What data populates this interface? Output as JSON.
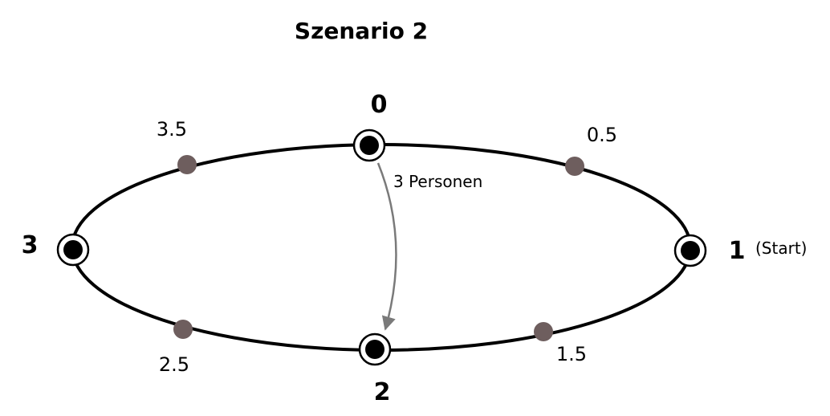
{
  "title": "Szenario 2",
  "stops": [
    {
      "id": "0",
      "label": "0"
    },
    {
      "id": "1",
      "label": "1",
      "note": "(Start)"
    },
    {
      "id": "2",
      "label": "2"
    },
    {
      "id": "3",
      "label": "3"
    }
  ],
  "midpoints": [
    "0.5",
    "1.5",
    "2.5",
    "3.5"
  ],
  "arrow": {
    "from": "0",
    "to": "2",
    "label": "3 Personen"
  },
  "colors": {
    "track": "#000000",
    "stop_fill": "#000000",
    "midpoint": "#6e5e5e",
    "arrow": "#7a7a7a"
  }
}
